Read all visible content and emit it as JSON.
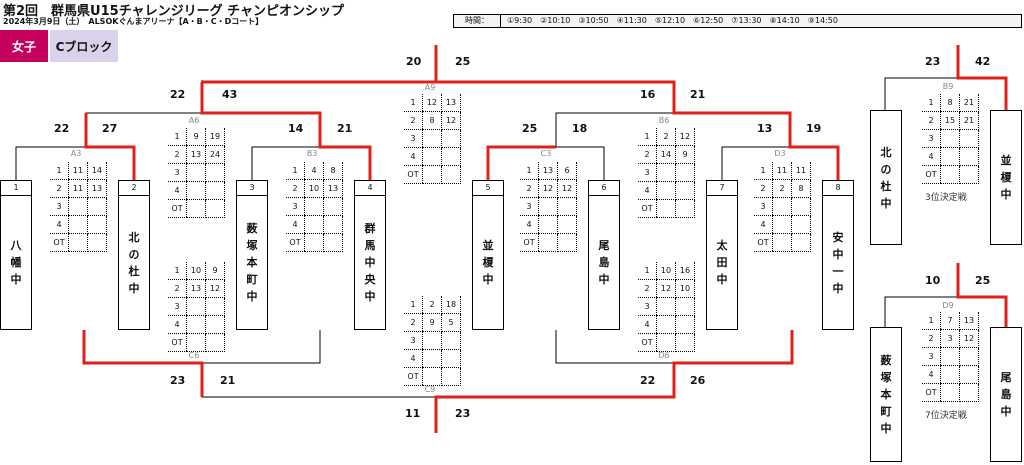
{
  "header": {
    "title": "第2回　群馬県U15チャレンジリーグ チャンピオンシップ",
    "subtitle": "2024年3月9日（土）　ALSOKぐんまアリーナ【A・B・C・Dコート】",
    "time_label": "時間：",
    "times": "①9:30　②10:10　③10:50　④11:30　⑤12:10　⑥12:50　⑦13:30　⑧14:10　⑨14:50"
  },
  "tags": {
    "gender": "女子",
    "block": "Cブロック"
  },
  "teams": [
    {
      "slot": "1",
      "name": [
        "八",
        "幡",
        "中"
      ]
    },
    {
      "slot": "2",
      "name": [
        "北",
        "の",
        "杜",
        "中"
      ]
    },
    {
      "slot": "3",
      "name": [
        "薮",
        "塚",
        "本",
        "町",
        "中"
      ]
    },
    {
      "slot": "4",
      "name": [
        "群",
        "馬",
        "中",
        "央",
        "中"
      ]
    },
    {
      "slot": "5",
      "name": [
        "並",
        "榎",
        "中"
      ]
    },
    {
      "slot": "6",
      "name": [
        "尾",
        "島",
        "中"
      ]
    },
    {
      "slot": "7",
      "name": [
        "太",
        "田",
        "中"
      ]
    },
    {
      "slot": "8",
      "name": [
        "安",
        "中",
        "一",
        "中"
      ]
    }
  ],
  "side_teams": {
    "b9_left": [
      "北",
      "の",
      "杜",
      "中"
    ],
    "b9_right": [
      "並",
      "榎",
      "中"
    ],
    "d9_left": [
      "薮",
      "塚",
      "本",
      "町",
      "中"
    ],
    "d9_right": [
      "尾",
      "島",
      "中"
    ]
  },
  "matches": {
    "A3": {
      "label": "A3",
      "score": "22",
      "score2": "27",
      "q": [
        [
          "1",
          "11",
          "14"
        ],
        [
          "2",
          "11",
          "13"
        ],
        [
          "3",
          "",
          ""
        ],
        [
          "4",
          "",
          ""
        ],
        [
          "OT",
          "",
          ""
        ]
      ]
    },
    "B3": {
      "label": "B3",
      "score": "14",
      "score2": "21",
      "q": [
        [
          "1",
          "4",
          "8"
        ],
        [
          "2",
          "10",
          "13"
        ],
        [
          "3",
          "",
          ""
        ],
        [
          "4",
          "",
          ""
        ],
        [
          "OT",
          "",
          ""
        ]
      ]
    },
    "C3": {
      "label": "C3",
      "score": "25",
      "score2": "18",
      "q": [
        [
          "1",
          "13",
          "6"
        ],
        [
          "2",
          "12",
          "12"
        ],
        [
          "3",
          "",
          ""
        ],
        [
          "4",
          "",
          ""
        ],
        [
          "OT",
          "",
          ""
        ]
      ]
    },
    "D3": {
      "label": "D3",
      "score": "13",
      "score2": "19",
      "q": [
        [
          "1",
          "11",
          "11"
        ],
        [
          "2",
          "2",
          "8"
        ],
        [
          "3",
          "",
          ""
        ],
        [
          "4",
          "",
          ""
        ],
        [
          "OT",
          "",
          ""
        ]
      ]
    },
    "A6": {
      "label": "A6",
      "score": "22",
      "score2": "43",
      "q": [
        [
          "1",
          "9",
          "19"
        ],
        [
          "2",
          "13",
          "24"
        ],
        [
          "3",
          "",
          ""
        ],
        [
          "4",
          "",
          ""
        ],
        [
          "OT",
          "",
          ""
        ]
      ]
    },
    "B6": {
      "label": "B6",
      "score": "16",
      "score2": "21",
      "q": [
        [
          "1",
          "2",
          "12"
        ],
        [
          "2",
          "14",
          "9"
        ],
        [
          "3",
          "",
          ""
        ],
        [
          "4",
          "",
          ""
        ],
        [
          "OT",
          "",
          ""
        ]
      ]
    },
    "C6": {
      "label": "C6",
      "score": "23",
      "score2": "21",
      "q": [
        [
          "1",
          "10",
          "9"
        ],
        [
          "2",
          "13",
          "12"
        ],
        [
          "3",
          "",
          ""
        ],
        [
          "4",
          "",
          ""
        ],
        [
          "OT",
          "",
          ""
        ]
      ]
    },
    "D6": {
      "label": "D6",
      "score": "22",
      "score2": "26",
      "q": [
        [
          "1",
          "10",
          "16"
        ],
        [
          "2",
          "12",
          "10"
        ],
        [
          "3",
          "",
          ""
        ],
        [
          "4",
          "",
          ""
        ],
        [
          "OT",
          "",
          ""
        ]
      ]
    },
    "A9": {
      "label": "A9",
      "score": "20",
      "score2": "25",
      "q": [
        [
          "1",
          "12",
          "13"
        ],
        [
          "2",
          "8",
          "12"
        ],
        [
          "3",
          "",
          ""
        ],
        [
          "4",
          "",
          ""
        ],
        [
          "OT",
          "",
          ""
        ]
      ]
    },
    "C9": {
      "label": "C9",
      "score": "11",
      "score2": "23",
      "q": [
        [
          "1",
          "2",
          "18"
        ],
        [
          "2",
          "9",
          "5"
        ],
        [
          "3",
          "",
          ""
        ],
        [
          "4",
          "",
          ""
        ],
        [
          "OT",
          "",
          ""
        ]
      ]
    },
    "B9": {
      "label": "B9",
      "score": "23",
      "score2": "42",
      "q": [
        [
          "1",
          "8",
          "21"
        ],
        [
          "2",
          "15",
          "21"
        ],
        [
          "3",
          "",
          ""
        ],
        [
          "4",
          "",
          ""
        ],
        [
          "OT",
          "",
          ""
        ]
      ],
      "note": "3位決定戦"
    },
    "D9": {
      "label": "D9",
      "score": "10",
      "score2": "25",
      "q": [
        [
          "1",
          "7",
          "13"
        ],
        [
          "2",
          "3",
          "12"
        ],
        [
          "3",
          "",
          ""
        ],
        [
          "4",
          "",
          ""
        ],
        [
          "OT",
          "",
          ""
        ]
      ],
      "note": "7位決定戦"
    }
  },
  "colors": {
    "win": "#e0201b",
    "line": "#000000",
    "accent": "#c5005d",
    "block": "#d9d2ea"
  }
}
